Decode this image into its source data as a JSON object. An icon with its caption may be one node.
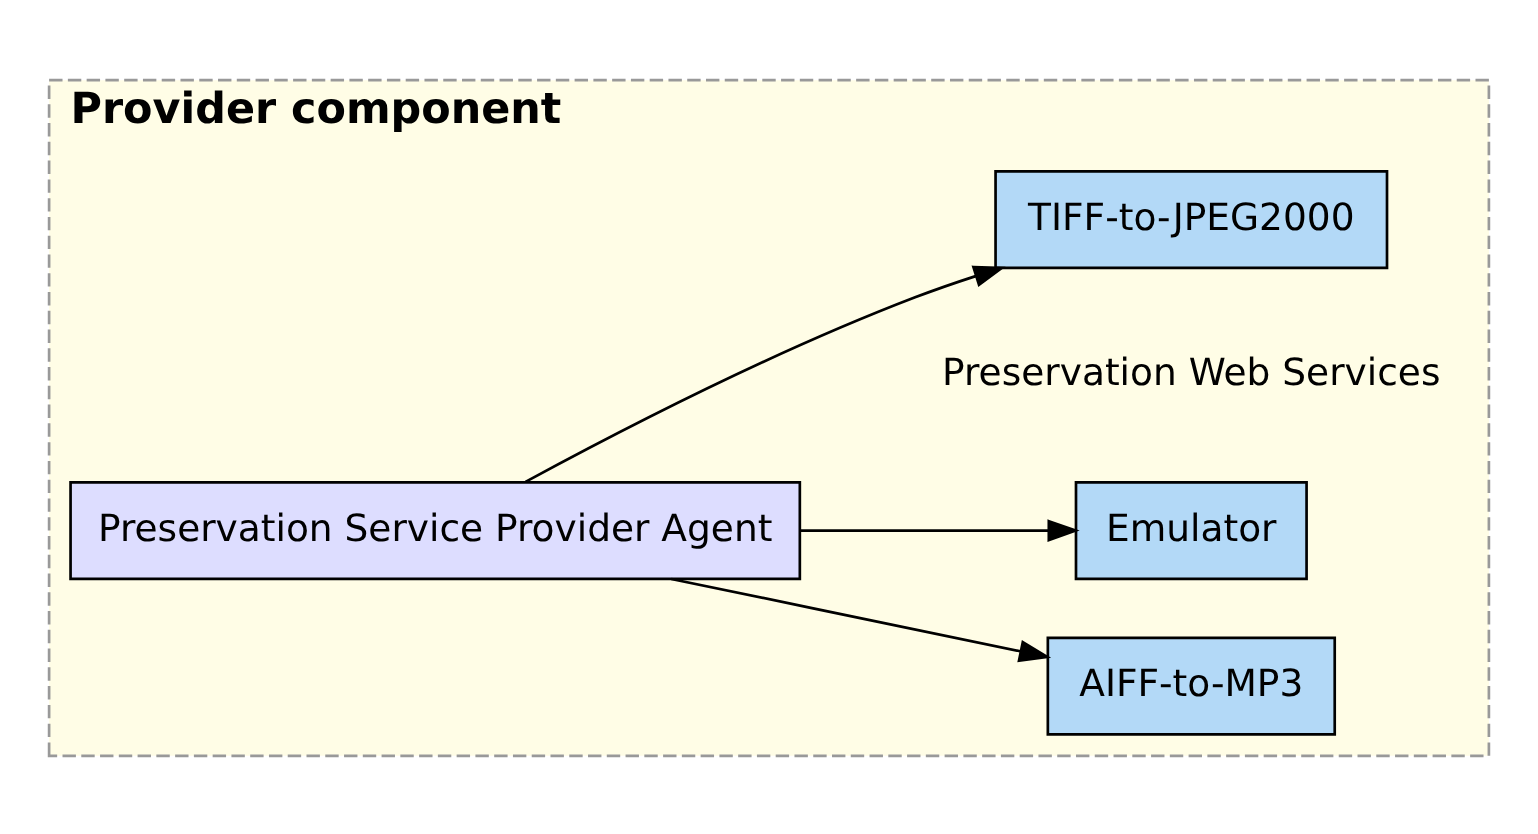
{
  "diagram": {
    "nodes": [
      {
        "text": [
          "Provider component"
        ]
      },
      {
        "text": [
          "Preservation Service Provider Agent"
        ],
        "in": 0
      },
      {
        "text": [
          "TIFF-to-JPEG2000"
        ],
        "in": 0
      },
      {
        "text": [
          "AIFF-to-MP3"
        ],
        "in": 0
      },
      {
        "text": [
          "Emulator"
        ],
        "in": 0
      }
    ],
    "edges": [
      {
        "from": 1,
        "to": 2,
        "arrow": "to"
      },
      {
        "from": 1,
        "to": 3,
        "arrow": "to"
      },
      {
        "from": 1,
        "to": 4,
        "arrow": "to"
      }
    ],
    "labels": [
      "Preservation Web Services"
    ]
  }
}
